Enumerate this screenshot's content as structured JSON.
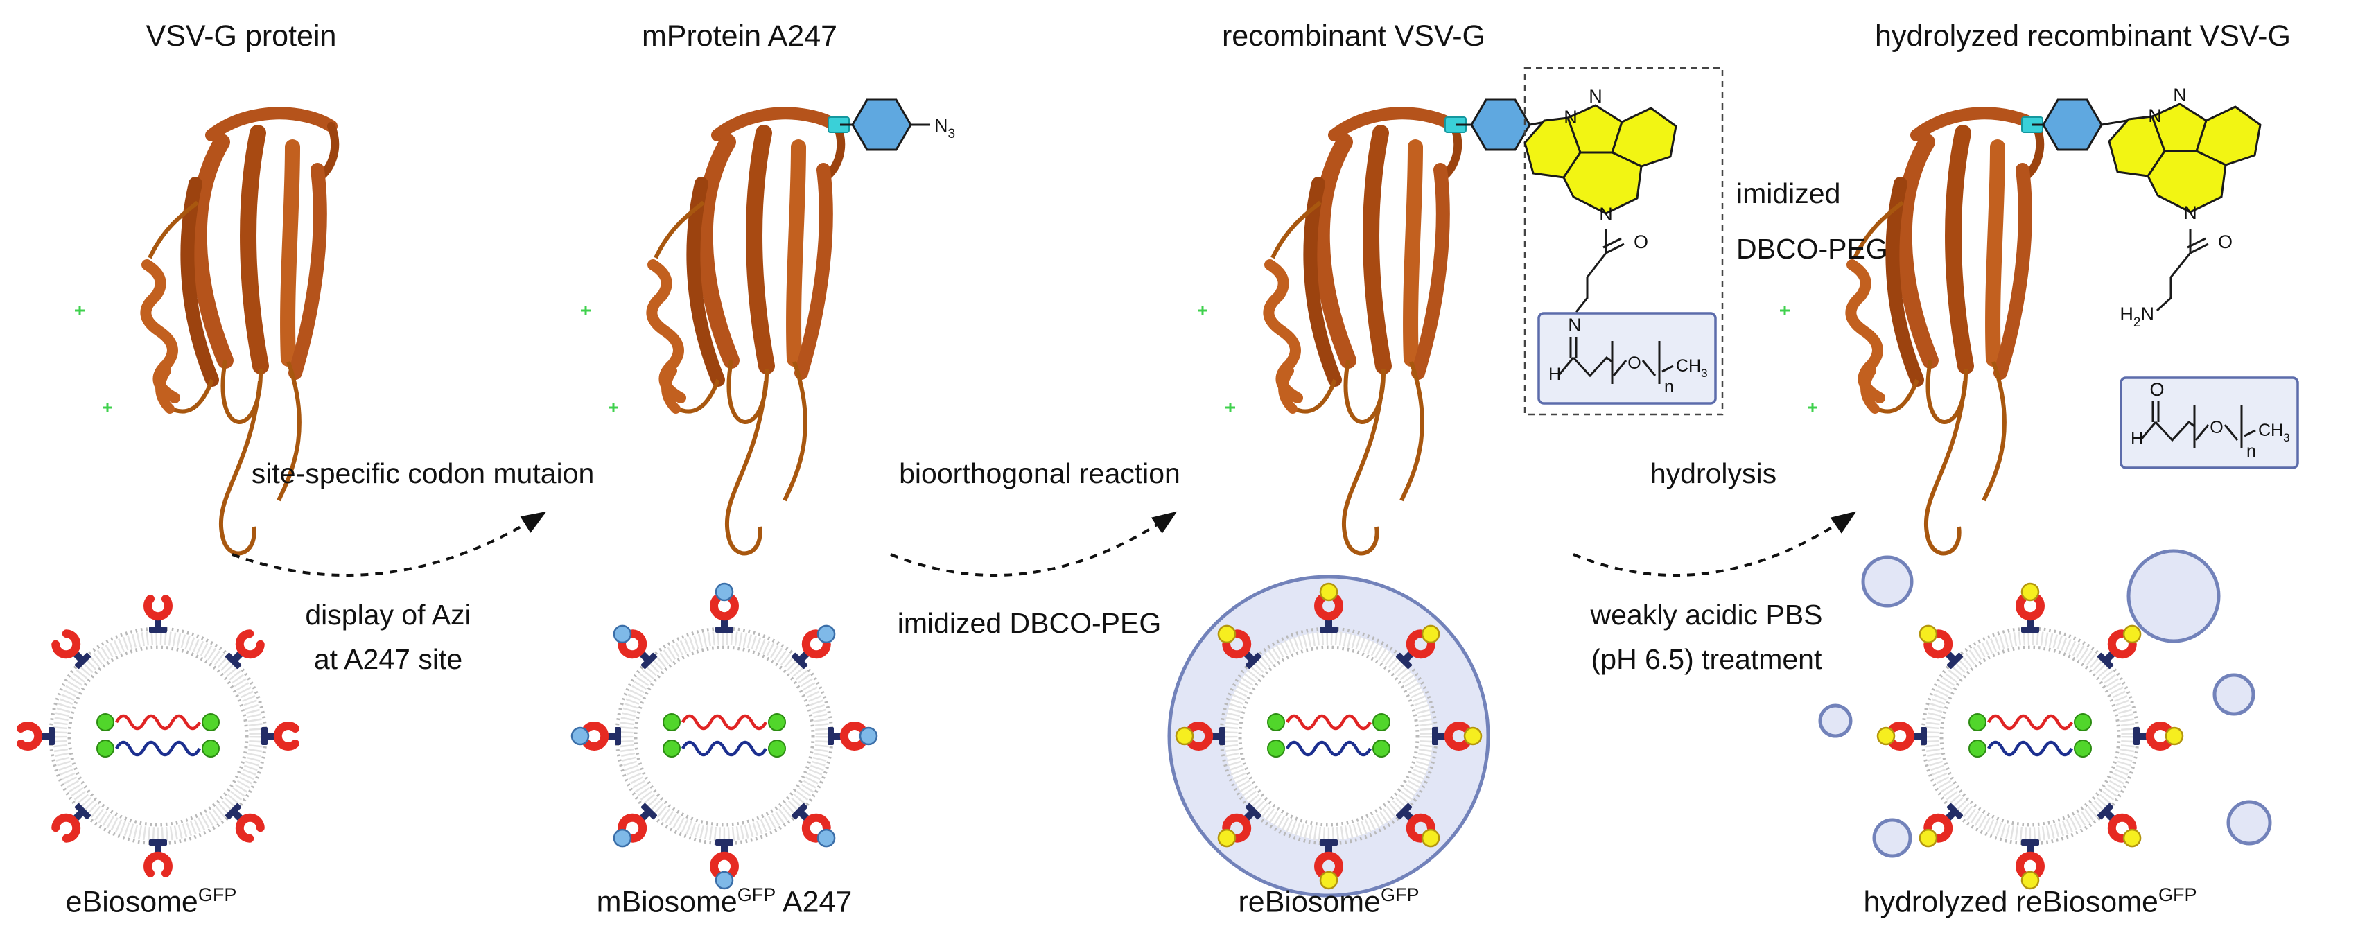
{
  "stage_titles": [
    "VSV-G protein",
    "mProtein A247",
    "recombinant VSV-G",
    "hydrolyzed recombinant VSV-G"
  ],
  "arrow_steps": [
    {
      "label_top": "site-specific codon mutaion",
      "label_bottom_lines": [
        "display of Azi",
        "at A247 site"
      ]
    },
    {
      "label_top": "bioorthogonal reaction",
      "label_bottom_lines": [
        "imidized DBCO-PEG"
      ]
    },
    {
      "label_top": "hydrolysis",
      "label_bottom_lines": [
        "weakly acidic PBS",
        "(pH 6.5) treatment"
      ]
    }
  ],
  "biosome_labels": [
    {
      "base": "eBiosome",
      "sup": "GFP",
      "suffix": ""
    },
    {
      "base": "mBiosome",
      "sup": "GFP",
      "suffix": " A247"
    },
    {
      "base": "reBiosome",
      "sup": "GFP",
      "suffix": ""
    },
    {
      "base": "hydrolyzed reBiosome",
      "sup": "GFP",
      "suffix": ""
    }
  ],
  "chem_annotations": {
    "imidized": "imidized",
    "dbco_peg": "DBCO-PEG"
  },
  "chem_atoms": {
    "N": "N",
    "O": "O",
    "H": "H",
    "n": "n",
    "CH": "CH",
    "sub3": "3",
    "sub2": "2"
  },
  "icons": {
    "protein": "vsvg-protein-ribbon",
    "mutation_tag": "azi-site-tag-icon",
    "phenyl": "phenyl-ring-icon",
    "azide": "azide-group-label",
    "dbco": "dbco-triazole-rings-icon",
    "peg": "peg-chain-box-icon",
    "receptor": "receptor-horseshoe-icon",
    "liposome": "lipid-bilayer-vesicle-icon",
    "gfp": "gfp-dot-icon",
    "arrow": "dashed-reaction-arrow-icon"
  },
  "colors": {
    "protein_ribbon": "#b5531b",
    "mutation_tag_cyan": "#3ad0d8",
    "phenyl_blue": "#5fa8e0",
    "dbco_yellow": "#f2f513",
    "receptor_red": "#e62a22",
    "anchor_navy": "#232d66",
    "gfp_green": "#51d62b",
    "mrna_red": "#e02424",
    "mrna_blue": "#1c2f8f",
    "azide_dot_blue": "#7fb9e8",
    "peg_dot_yellow": "#f6ee1f",
    "peg_shell_lavender": "#e2e6f6",
    "peg_shell_border": "#7282ba"
  }
}
